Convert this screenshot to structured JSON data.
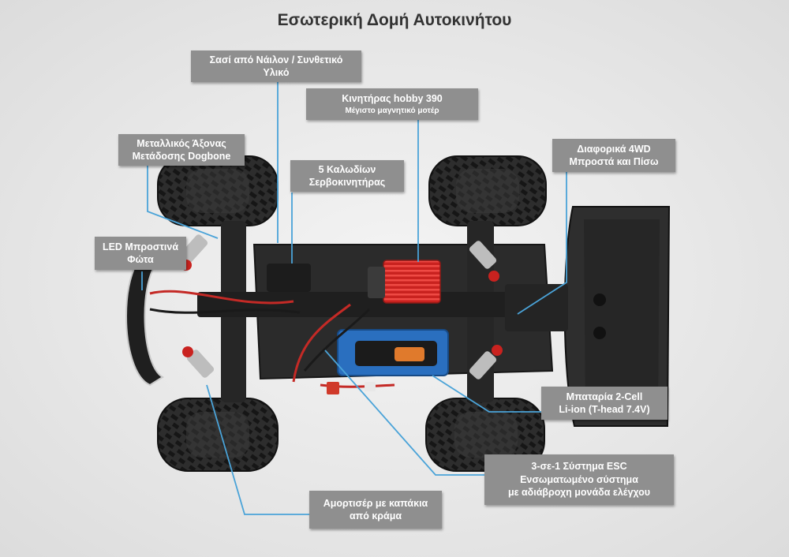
{
  "title": "Εσωτερική Δομή Αυτοκινήτου",
  "colors": {
    "callout_bg": "#8f8f8f",
    "leader_line": "#4aa3d8",
    "motor": "#d9322e",
    "battery": "#2a6fbf",
    "chassis": "#2b2b2b"
  },
  "callouts": {
    "chassis_material": {
      "line1": "Σασί από Νάιλον / Συνθετικό",
      "line2": "Υλικό"
    },
    "motor": {
      "line1": "Κινητήρας hobby 390",
      "line2": "Μέγιστο μαγνητικό μοτέρ"
    },
    "dogbone": {
      "line1": "Μεταλλικός Άξονας",
      "line2": "Μετάδοσης Dogbone"
    },
    "servo": {
      "line1": "5 Καλωδίων",
      "line2": "Σερβοκινητήρας"
    },
    "differential": {
      "line1": "Διαφορικά 4WD",
      "line2": "Μπροστά και Πίσω"
    },
    "led": {
      "line1": "LED Μπροστινά",
      "line2": "Φώτα"
    },
    "battery": {
      "line1": "Μπαταρία 2-Cell",
      "line2": "Li-ion (T-head 7.4V)"
    },
    "esc": {
      "line1": "3-σε-1 Σύστημα ESC",
      "line2": "Ενσωματωμένο σύστημα",
      "line3": "με αδιάβροχη μονάδα ελέγχου"
    },
    "shocks": {
      "line1": "Αμορτισέρ με καπάκια",
      "line2": "από κράμα"
    }
  }
}
